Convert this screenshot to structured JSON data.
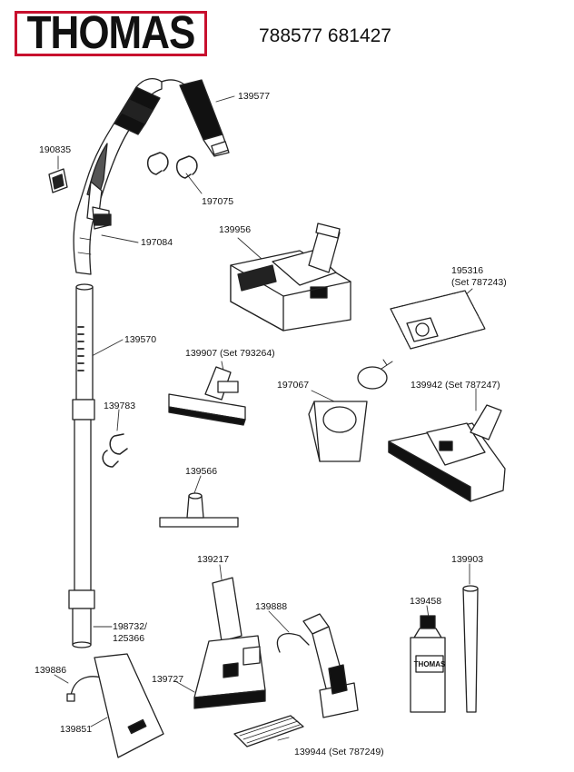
{
  "header": {
    "brand": "THOMAS",
    "model_numbers": "788577 681427",
    "brand_color": "#c8102e"
  },
  "parts": [
    {
      "id": "139577",
      "text": "139577"
    },
    {
      "id": "190835",
      "text": "190835"
    },
    {
      "id": "197075",
      "text": "197075"
    },
    {
      "id": "197084",
      "text": "197084"
    },
    {
      "id": "139956",
      "text": "139956"
    },
    {
      "id": "195316",
      "text": "195316"
    },
    {
      "id": "195316-set",
      "text": "(Set 787243)"
    },
    {
      "id": "139570",
      "text": "139570"
    },
    {
      "id": "139907",
      "text": "139907 (Set 793264)"
    },
    {
      "id": "197067",
      "text": "197067"
    },
    {
      "id": "139942",
      "text": "139942 (Set 787247)"
    },
    {
      "id": "139783",
      "text": "139783"
    },
    {
      "id": "139566",
      "text": "139566"
    },
    {
      "id": "139217",
      "text": "139217"
    },
    {
      "id": "139903",
      "text": "139903"
    },
    {
      "id": "139888",
      "text": "139888"
    },
    {
      "id": "139458",
      "text": "139458"
    },
    {
      "id": "198732",
      "text": "198732/"
    },
    {
      "id": "125366",
      "text": "125366"
    },
    {
      "id": "139886",
      "text": "139886"
    },
    {
      "id": "139727",
      "text": "139727"
    },
    {
      "id": "139851",
      "text": "139851"
    },
    {
      "id": "139944",
      "text": "139944 (Set 787249)"
    }
  ],
  "bottle_label": "THOMAS"
}
